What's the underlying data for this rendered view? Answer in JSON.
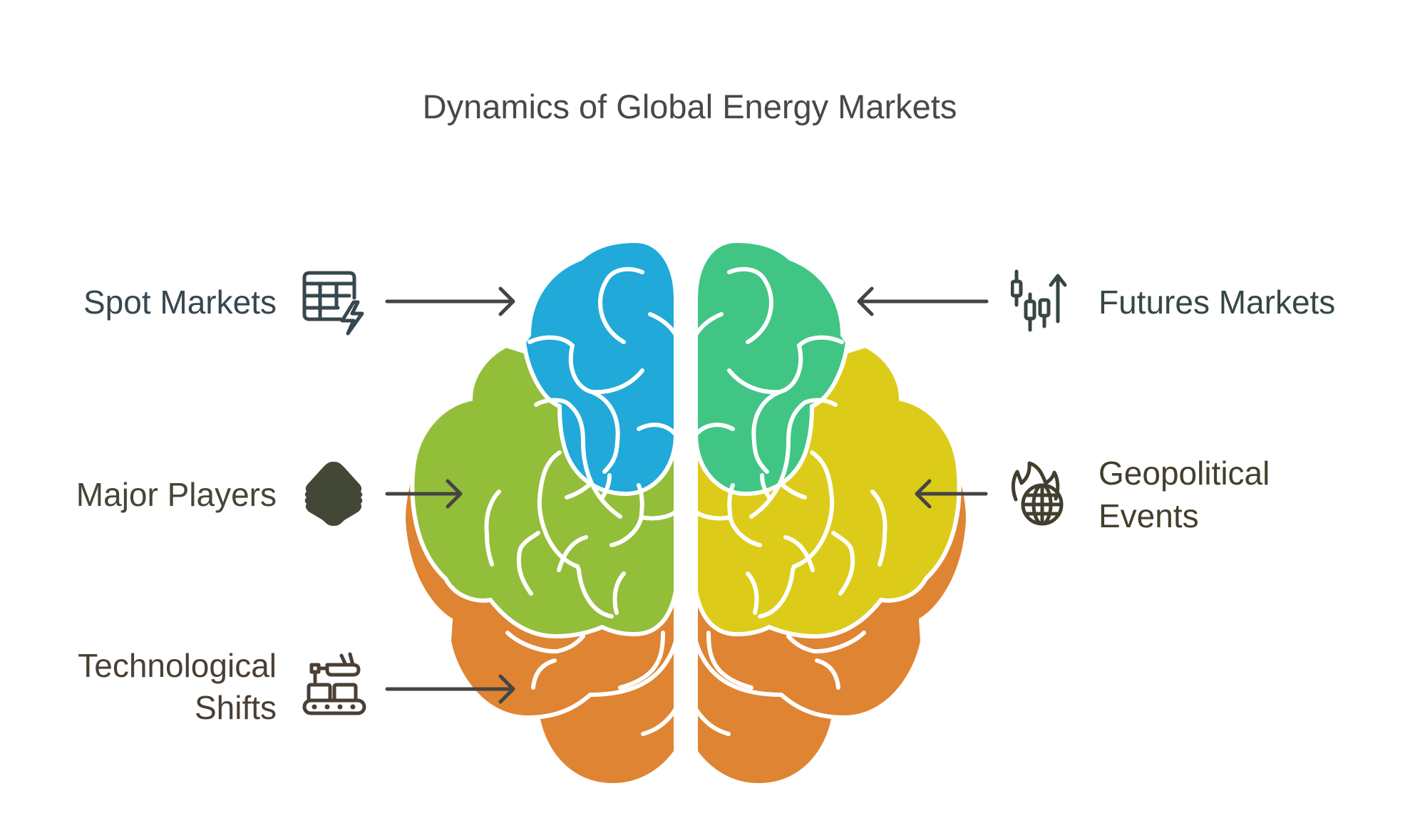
{
  "title": "Dynamics of Global Energy Markets",
  "colors": {
    "blue": "#21A9D9",
    "teal_green": "#40C585",
    "lime_green": "#93BE3A",
    "yellow": "#DDCB1A",
    "orange": "#DF8432",
    "arrow": "#444444"
  },
  "left_items": [
    {
      "label": "Spot Markets",
      "icon": "spreadsheet-lightning-icon",
      "color": "#37474F",
      "target_lobe": "blue"
    },
    {
      "label": "Major Players",
      "icon": "stacked-hexagon-icon",
      "color": "#434736",
      "target_lobe": "lime_green"
    },
    {
      "label_lines": [
        "Technological",
        "Shifts"
      ],
      "icon": "conveyor-robot-arm-icon",
      "color": "#4A3F35",
      "target_lobe": "orange"
    }
  ],
  "right_items": [
    {
      "label": "Futures Markets",
      "icon": "candlestick-up-arrow-icon",
      "color": "#37473F",
      "target_lobe": "teal_green"
    },
    {
      "label_lines": [
        "Geopolitical",
        "Events"
      ],
      "icon": "burning-globe-icon",
      "color": "#433F2E",
      "target_lobe": "yellow"
    }
  ]
}
